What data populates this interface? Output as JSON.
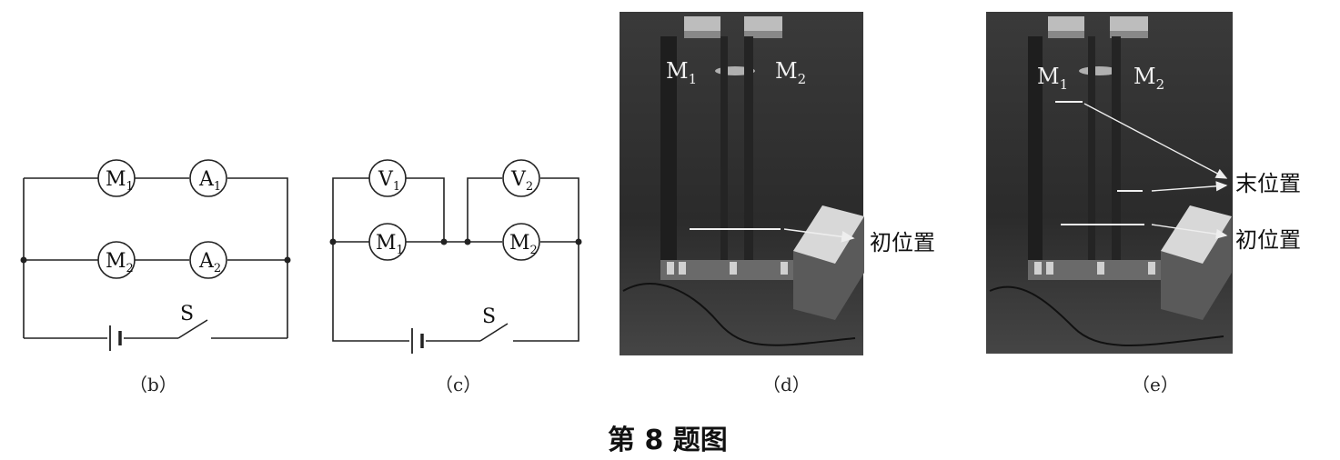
{
  "figure_title": "第 8 题图",
  "captions": {
    "b": "（b）",
    "c": "（c）",
    "d": "（d）",
    "e": "（e）"
  },
  "circuit_b": {
    "meters": [
      {
        "letter": "M",
        "sub": "1"
      },
      {
        "letter": "A",
        "sub": "1"
      },
      {
        "letter": "M",
        "sub": "2"
      },
      {
        "letter": "A",
        "sub": "2"
      }
    ],
    "switch_label": "S"
  },
  "circuit_c": {
    "meters": [
      {
        "letter": "V",
        "sub": "1"
      },
      {
        "letter": "V",
        "sub": "2"
      },
      {
        "letter": "M",
        "sub": "1"
      },
      {
        "letter": "M",
        "sub": "2"
      }
    ],
    "switch_label": "S"
  },
  "photo_d": {
    "motor_labels": [
      {
        "letter": "M",
        "sub": "1"
      },
      {
        "letter": "M",
        "sub": "2"
      }
    ],
    "annotations": [
      "初位置"
    ]
  },
  "photo_e": {
    "motor_labels": [
      {
        "letter": "M",
        "sub": "1"
      },
      {
        "letter": "M",
        "sub": "2"
      }
    ],
    "annotations": [
      "末位置",
      "初位置"
    ]
  }
}
